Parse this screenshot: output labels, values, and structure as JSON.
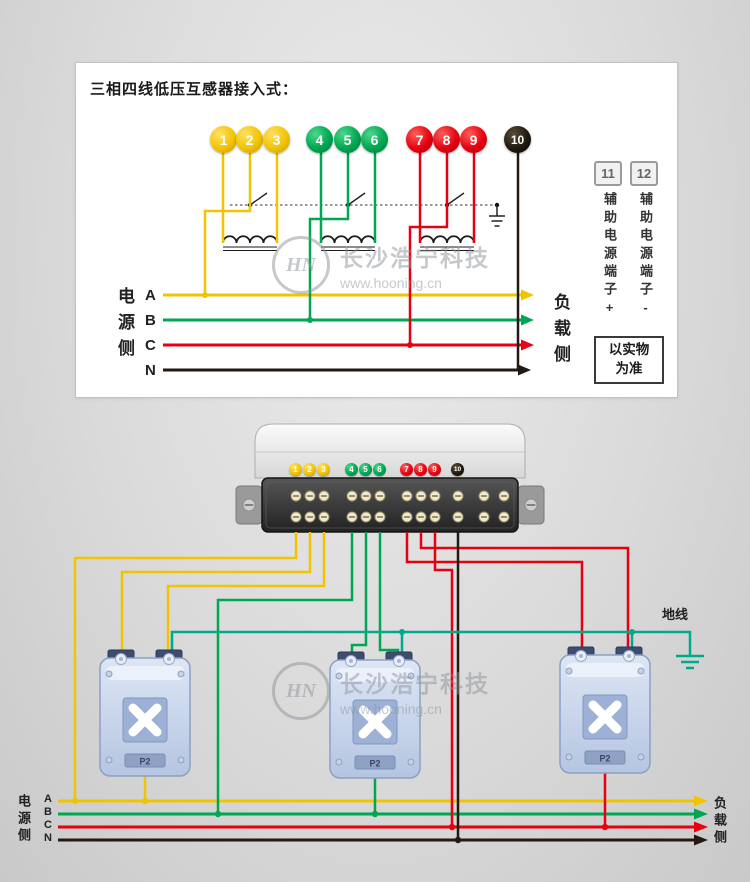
{
  "colors": {
    "phase_a_yellow": "#f2c400",
    "phase_b_green": "#00a651",
    "phase_c_red": "#e60012",
    "neutral_black": "#221a12",
    "ground_teal": "#00a88c"
  },
  "panel": {
    "title": "三相四线低压互感器接入式：",
    "source_side": "电源侧",
    "load_side": "负载侧",
    "phases": [
      "A",
      "B",
      "C",
      "N"
    ],
    "aux_terminal_11": "11",
    "aux_terminal_12": "12",
    "aux_label_plus": "辅助电源端子+",
    "aux_label_minus": "辅助电源端子-",
    "note_line1": "以实物",
    "note_line2": "为准"
  },
  "terminals": [
    {
      "n": "1",
      "color": "#f2c400"
    },
    {
      "n": "2",
      "color": "#f2c400"
    },
    {
      "n": "3",
      "color": "#f2c400"
    },
    {
      "n": "4",
      "color": "#00a651"
    },
    {
      "n": "5",
      "color": "#00a651"
    },
    {
      "n": "6",
      "color": "#00a651"
    },
    {
      "n": "7",
      "color": "#e60012"
    },
    {
      "n": "8",
      "color": "#e60012"
    },
    {
      "n": "9",
      "color": "#e60012"
    },
    {
      "n": "10",
      "color": "#221a12"
    }
  ],
  "watermark": {
    "logo": "HN",
    "name": "长沙浩宁科技",
    "url": "www.hooning.cn"
  },
  "bottom": {
    "ground_label": "地线",
    "source_side": "电源侧",
    "load_side": "负载侧",
    "phases": [
      "A",
      "B",
      "C",
      "N"
    ],
    "ct_label": "P2"
  }
}
